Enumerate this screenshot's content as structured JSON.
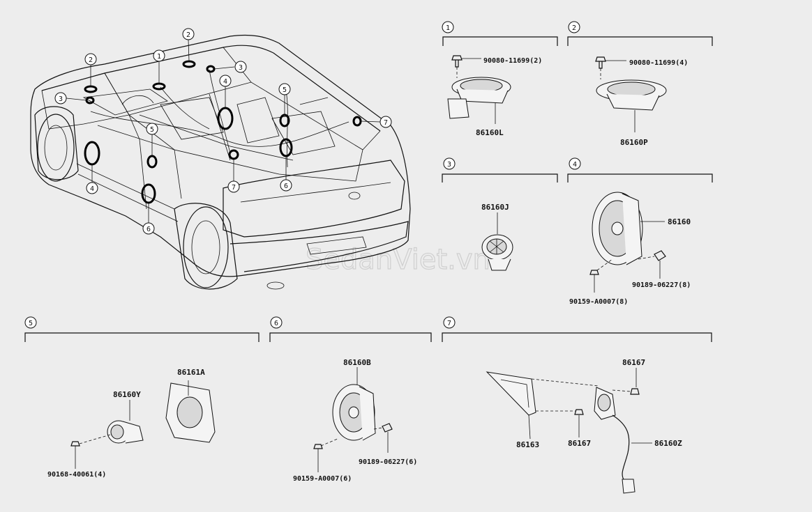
{
  "watermark": "SedanViet.vn",
  "location_callouts": [
    "1",
    "2",
    "3",
    "4",
    "5",
    "6",
    "7"
  ],
  "groups": [
    {
      "id": "1",
      "labels": {
        "screw": "90080-11699(2)",
        "speaker": "86160L"
      }
    },
    {
      "id": "2",
      "labels": {
        "screw": "90080-11699(4)",
        "speaker": "86160P"
      }
    },
    {
      "id": "3",
      "labels": {
        "speaker": "86160J"
      }
    },
    {
      "id": "4",
      "labels": {
        "speaker": "86160",
        "clip": "90189-06227(8)",
        "screw": "90159-A0007(8)"
      }
    },
    {
      "id": "5",
      "labels": {
        "speaker": "86160Y",
        "bracket": "86161A",
        "screw": "90168-40061(4)"
      }
    },
    {
      "id": "6",
      "labels": {
        "speaker": "86160B",
        "clip": "90189-06227(6)",
        "screw": "90159-A0007(6)"
      }
    },
    {
      "id": "7",
      "labels": {
        "cover": "86163",
        "clip_top": "86167",
        "clip_mid": "86167",
        "speaker": "86160Z"
      }
    }
  ]
}
